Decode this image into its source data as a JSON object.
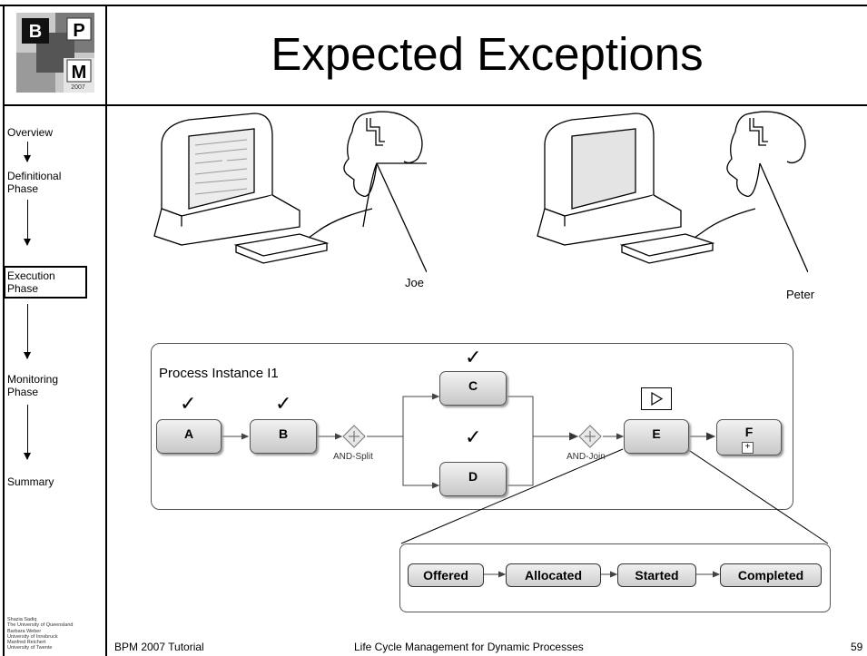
{
  "logo": {
    "letters": [
      "B",
      "P",
      "M"
    ],
    "year": "2007"
  },
  "slide": {
    "title": "Expected Exceptions",
    "page_number": "59"
  },
  "sidebar": {
    "items": [
      {
        "label": "Overview",
        "active": false
      },
      {
        "label": "Definitional Phase",
        "active": false
      },
      {
        "label": "Execution Phase",
        "active": true
      },
      {
        "label": "Monitoring Phase",
        "active": false
      },
      {
        "label": "Summary",
        "active": false
      }
    ],
    "credits": [
      "Shazia Sadiq",
      "The University of Queensland",
      "Barbara Weber",
      "University of Innsbruck",
      "Manfred Reichert",
      "University of Twente"
    ]
  },
  "footer": {
    "left": "BPM 2007 Tutorial",
    "center": "Life Cycle Management for Dynamic Processes"
  },
  "people": {
    "joe": "Joe",
    "peter": "Peter"
  },
  "process": {
    "title": "Process Instance I1",
    "tasks": {
      "a": "A",
      "b": "B",
      "c": "C",
      "d": "D",
      "e": "E",
      "f": "F"
    },
    "gateways": {
      "split": "AND-Split",
      "join": "AND-Join"
    },
    "checkmark": "✓"
  },
  "states": [
    "Offered",
    "Allocated",
    "Started",
    "Completed"
  ]
}
